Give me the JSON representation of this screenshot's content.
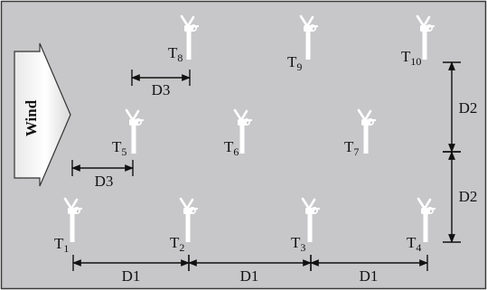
{
  "colors": {
    "background": "#c7c7c9",
    "frame": "#3a3a3a",
    "turbine": "#ffffff",
    "dimension_line": "#111111"
  },
  "wind_arrow": {
    "label": "Wind",
    "icon": "wind-arrow-icon"
  },
  "turbines": [
    {
      "id": "T1",
      "letter": "T",
      "index": "1"
    },
    {
      "id": "T2",
      "letter": "T",
      "index": "2"
    },
    {
      "id": "T3",
      "letter": "T",
      "index": "3"
    },
    {
      "id": "T4",
      "letter": "T",
      "index": "4"
    },
    {
      "id": "T5",
      "letter": "T",
      "index": "5"
    },
    {
      "id": "T6",
      "letter": "T",
      "index": "6"
    },
    {
      "id": "T7",
      "letter": "T",
      "index": "7"
    },
    {
      "id": "T8",
      "letter": "T",
      "index": "8"
    },
    {
      "id": "T9",
      "letter": "T",
      "index": "9"
    },
    {
      "id": "T10",
      "letter": "T",
      "index": "10"
    }
  ],
  "dimensions": {
    "row_spacing": [
      "D1",
      "D1",
      "D1"
    ],
    "column_spacing": [
      "D2",
      "D2"
    ],
    "offsets": [
      "D3",
      "D3"
    ]
  }
}
